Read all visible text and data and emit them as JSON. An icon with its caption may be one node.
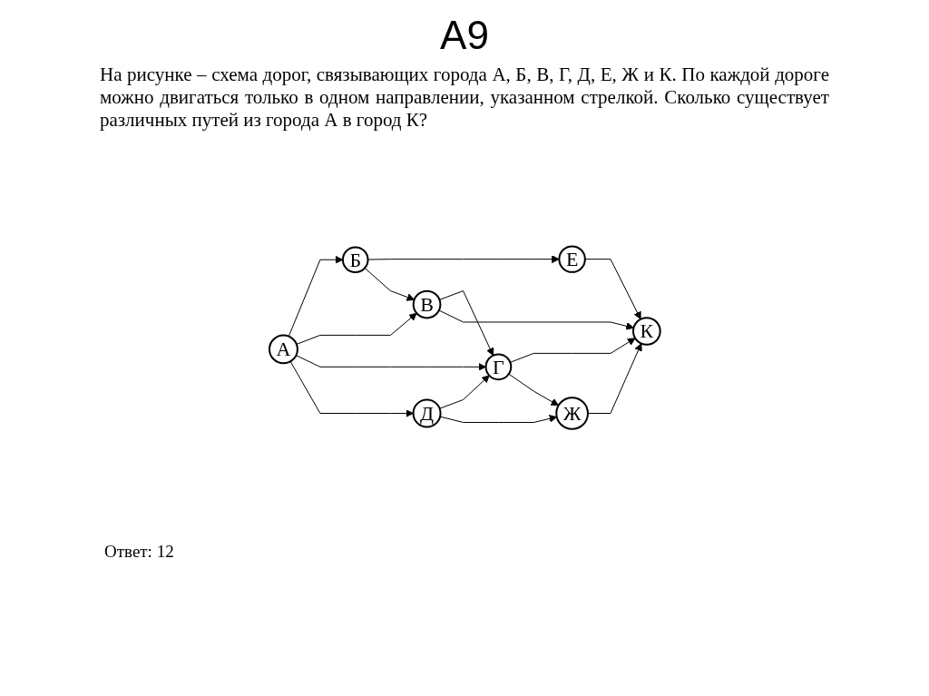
{
  "diagram": {
    "title": "A9",
    "nodes": [
      {
        "text": [
          "Б"
        ]
      },
      {
        "text": [
          "Е"
        ]
      },
      {
        "text": [
          "В"
        ]
      },
      {
        "text": [
          "А"
        ]
      },
      {
        "text": [
          "Г"
        ]
      },
      {
        "text": [
          "К"
        ]
      },
      {
        "text": [
          "Д"
        ]
      },
      {
        "text": [
          "Ж"
        ]
      }
    ],
    "edges": [
      {
        "from": 3,
        "to": 0,
        "arrow": "to"
      },
      {
        "from": 3,
        "to": 2,
        "arrow": "to"
      },
      {
        "from": 3,
        "to": 4,
        "arrow": "to"
      },
      {
        "from": 3,
        "to": 6,
        "arrow": "to"
      },
      {
        "from": 0,
        "to": 1,
        "arrow": "to"
      },
      {
        "from": 0,
        "to": 2,
        "arrow": "to"
      },
      {
        "from": 2,
        "to": 4,
        "arrow": "to"
      },
      {
        "from": 2,
        "to": 5,
        "arrow": "to"
      },
      {
        "from": 4,
        "to": 5,
        "arrow": "to"
      },
      {
        "from": 4,
        "to": 7,
        "arrow": "to"
      },
      {
        "from": 6,
        "to": 4,
        "arrow": "to"
      },
      {
        "from": 6,
        "to": 7,
        "arrow": "to"
      },
      {
        "from": 1,
        "to": 5,
        "arrow": "to"
      },
      {
        "from": 7,
        "to": 5,
        "arrow": "to"
      }
    ],
    "labels": [
      "На рисунке – схема дорог, связывающих города А, Б, В, Г, Д, Е, Ж и К. По каждой дороге можно двигаться только в одном направлении, указанном стрелкой. Сколько существует различных путей из города А в город К?",
      "Ответ: 12"
    ]
  }
}
